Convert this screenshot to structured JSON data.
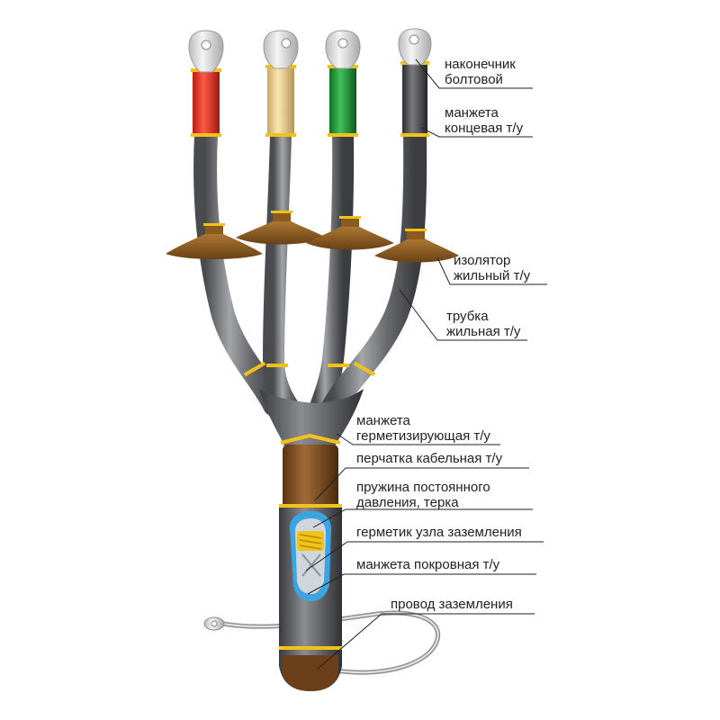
{
  "diagram": {
    "labels": [
      {
        "id": "lug",
        "lines": [
          "наконечник",
          "болтовой"
        ]
      },
      {
        "id": "end-cap",
        "lines": [
          "манжета",
          "концевая т/у"
        ]
      },
      {
        "id": "insulator",
        "lines": [
          "изолятор",
          "жильный т/у"
        ]
      },
      {
        "id": "core-tube",
        "lines": [
          "трубка",
          "жильная т/у"
        ]
      },
      {
        "id": "sealing-cuff",
        "lines": [
          "манжета",
          "герметизирующая т/у"
        ]
      },
      {
        "id": "glove",
        "lines": [
          "перчатка кабельная т/у"
        ]
      },
      {
        "id": "spring",
        "lines": [
          "пружина постоянного",
          "давления, терка"
        ]
      },
      {
        "id": "ground-sealant",
        "lines": [
          "герметик узла заземления"
        ]
      },
      {
        "id": "cover-cuff",
        "lines": [
          "манжета покровная т/у"
        ]
      },
      {
        "id": "ground-wire",
        "lines": [
          "провод заземления"
        ]
      }
    ],
    "colors": {
      "phase1": "#e0301e",
      "phase2": "#ecd08e",
      "phase3": "#1f9a3a",
      "phase4": "#4a4a4a",
      "tube": "#5f6063",
      "tube_light": "#9a9b9e",
      "insulator": "#8a5a1e",
      "band": "#f2c21a",
      "glove": "#7a4a22",
      "lug": "#d9d9d9",
      "leader": "#222222"
    }
  }
}
